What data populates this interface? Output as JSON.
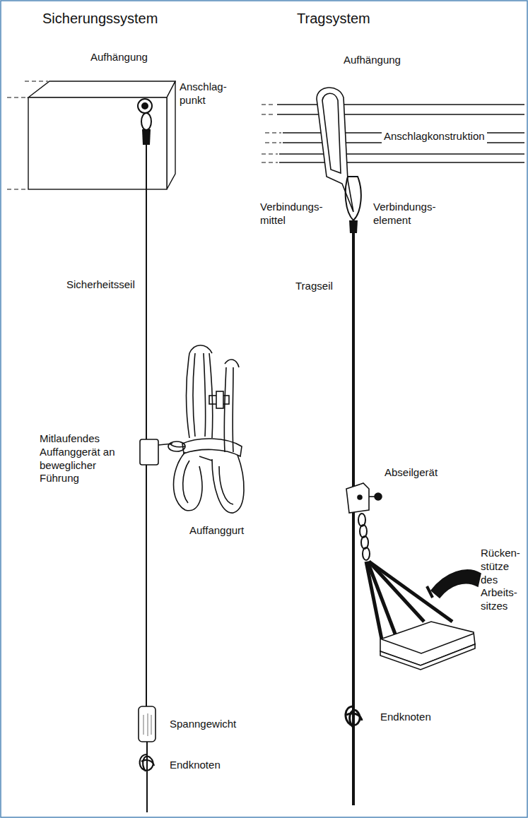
{
  "diagram": {
    "labels": [
      "Sicherungssystem",
      "Tragsystem",
      "Aufhängung",
      "Aufhängung",
      "Anschlag- punkt",
      "Anschlagkonstruktion",
      "Verbindungs- mittel",
      "Verbindungs- element",
      "Sicherheitsseil",
      "Tragseil",
      "Abseilgerät",
      "Mitlaufendes Auffanggerät an beweglicher Führung",
      "Rücken- stütze des Arbeits- sitzes",
      "Auffanggurt",
      "Spanngewicht",
      "Endknoten",
      "Endknoten"
    ]
  }
}
